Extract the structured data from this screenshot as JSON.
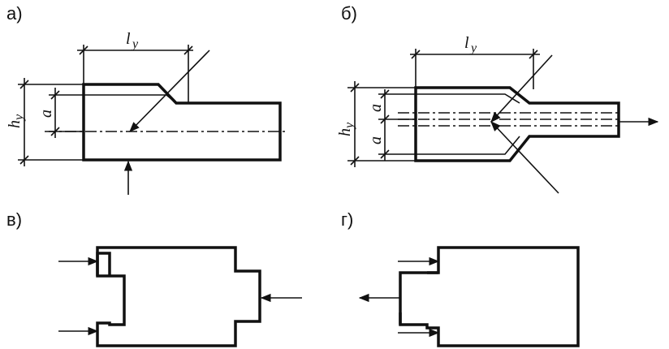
{
  "panels": {
    "a": {
      "label": "а)",
      "length_label": "l",
      "length_sub": "y",
      "height_label": "h",
      "height_sub": "y",
      "gap_label": "a"
    },
    "b": {
      "label": "б)",
      "length_label": "l",
      "length_sub": "y",
      "height_label": "h",
      "height_sub": "y",
      "gap_label_1": "a",
      "gap_label_2": "a"
    },
    "c": {
      "label": "в)"
    },
    "d": {
      "label": "г)"
    }
  },
  "colors": {
    "ink": "#111111",
    "background": "#ffffff"
  }
}
